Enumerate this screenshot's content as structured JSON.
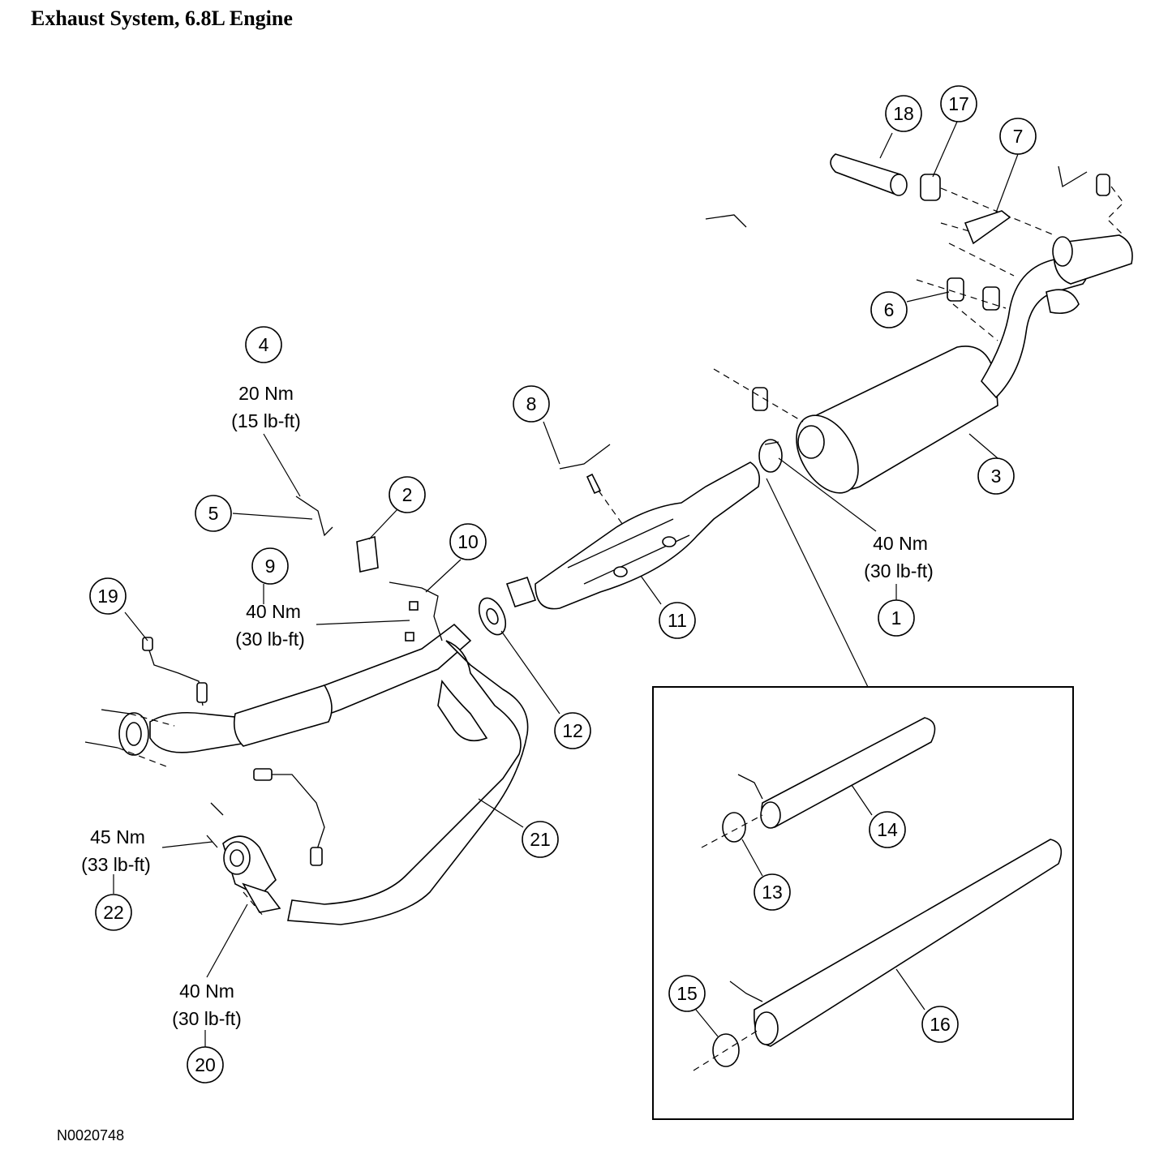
{
  "header": {
    "title": "Exhaust System, 6.8L Engine"
  },
  "footer": {
    "figure_code": "N0020748"
  },
  "callouts": {
    "c1": "1",
    "c2": "2",
    "c3": "3",
    "c4": "4",
    "c5": "5",
    "c6": "6",
    "c7": "7",
    "c8": "8",
    "c9": "9",
    "c10": "10",
    "c11": "11",
    "c12": "12",
    "c13": "13",
    "c14": "14",
    "c15": "15",
    "c16": "16",
    "c17": "17",
    "c18": "18",
    "c19": "19",
    "c20": "20",
    "c21": "21",
    "c22": "22"
  },
  "torques": {
    "t4": {
      "nm": "20 Nm",
      "lbft": "(15 lb-ft)"
    },
    "t9": {
      "nm": "40 Nm",
      "lbft": "(30 lb-ft)"
    },
    "t1": {
      "nm": "40 Nm",
      "lbft": "(30 lb-ft)"
    },
    "t22": {
      "nm": "45 Nm",
      "lbft": "(33 lb-ft)"
    },
    "t20": {
      "nm": "40 Nm",
      "lbft": "(30 lb-ft)"
    }
  }
}
